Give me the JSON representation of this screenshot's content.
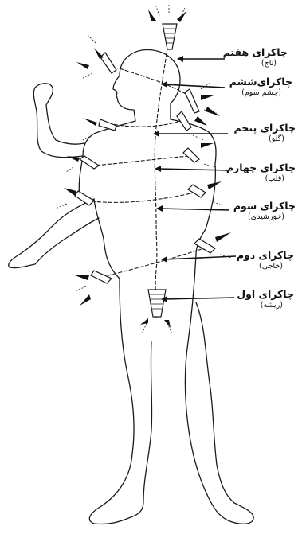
{
  "chakras": [
    {
      "name": "چاکرای هفتم",
      "sub": "(تاج)"
    },
    {
      "name": "چاکرای‌ششم",
      "sub": "(چشم سوم)"
    },
    {
      "name": "چاکرای پنجم",
      "sub": "(گلو)"
    },
    {
      "name": "چاکرای چهارم",
      "sub": "(قلب)"
    },
    {
      "name": "چاکرای سوم",
      "sub": "(خورشیدی)"
    },
    {
      "name": "چاکرای دوم",
      "sub": "(خاجی)"
    },
    {
      "name": "چاکرای اول",
      "sub": "(ریشه)"
    }
  ],
  "colors": {
    "ink": "#111111",
    "background": "#ffffff"
  }
}
